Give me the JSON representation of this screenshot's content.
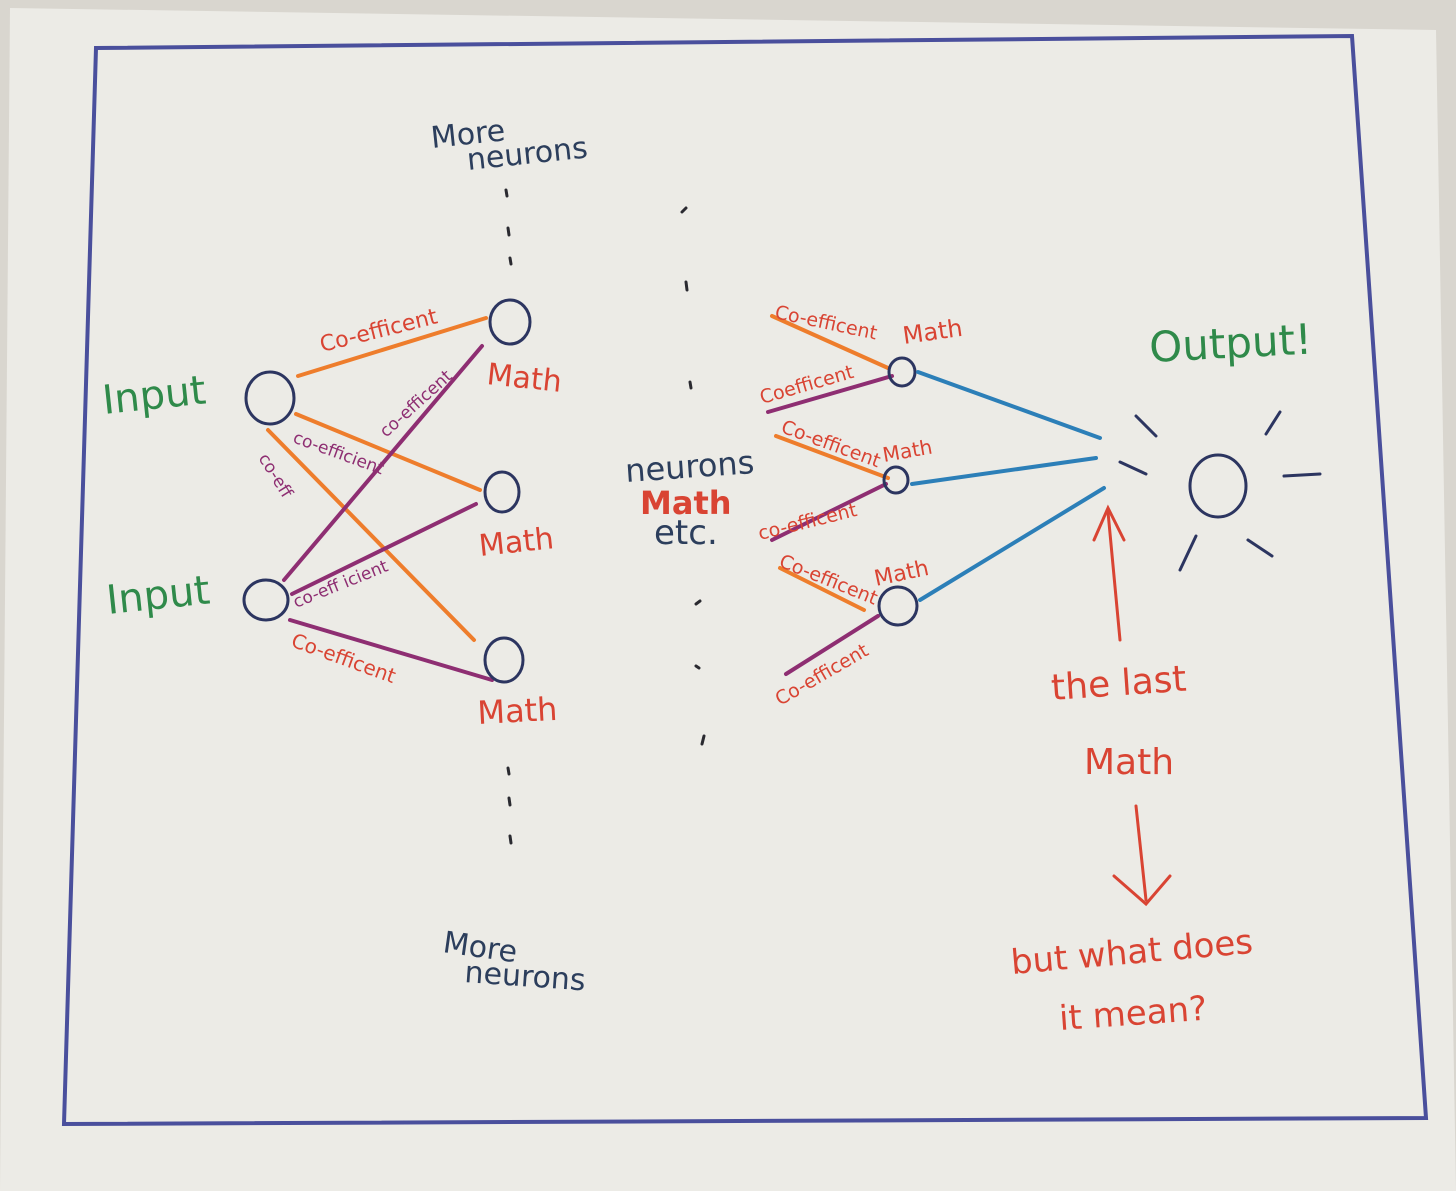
{
  "colors": {
    "paper": "#ecebe6",
    "frame": "#4a4f9c",
    "node": "#2c3560",
    "input_text": "#2f8a4a",
    "output_text": "#2f8a4a",
    "math_text": "#d94433",
    "coef_orange": "#ee7d2c",
    "coef_purple": "#8e2e72",
    "output_line": "#2c7fb8",
    "neuron_text": "#2c3e5c",
    "dots": "#2a2a30"
  },
  "inputs": {
    "top_label": "Input",
    "bottom_label": "Input"
  },
  "coefficients": {
    "top_top": "Co-efficent",
    "top_mid": "co-efficient",
    "top_bottom": "co-eff",
    "bottom_top": "co-efficent",
    "bottom_mid": "co-eff icient",
    "bottom_bottom": "Co-efficent",
    "right_1": "Co-efficent",
    "right_2": "Coefficent",
    "right_3": "Co-efficent",
    "right_4": "co-efficent",
    "right_5": "Co-efficent",
    "right_6": "Co-efficent"
  },
  "layer1": {
    "top": "Math",
    "mid": "Math",
    "bottom": "Math"
  },
  "layer_last": {
    "top": "Math",
    "mid": "Math",
    "bottom": "Math"
  },
  "more_neurons_top": [
    "More",
    "neurons"
  ],
  "more_neurons_bottom": [
    "More",
    "neurons"
  ],
  "middle": {
    "line1": "neurons",
    "line2": "Math",
    "line3": "etc."
  },
  "output_label": "Output!",
  "annotation": {
    "last_line1": "the last",
    "last_line2": "Math",
    "question_line1": "but what does",
    "question_line2": "it mean?"
  }
}
